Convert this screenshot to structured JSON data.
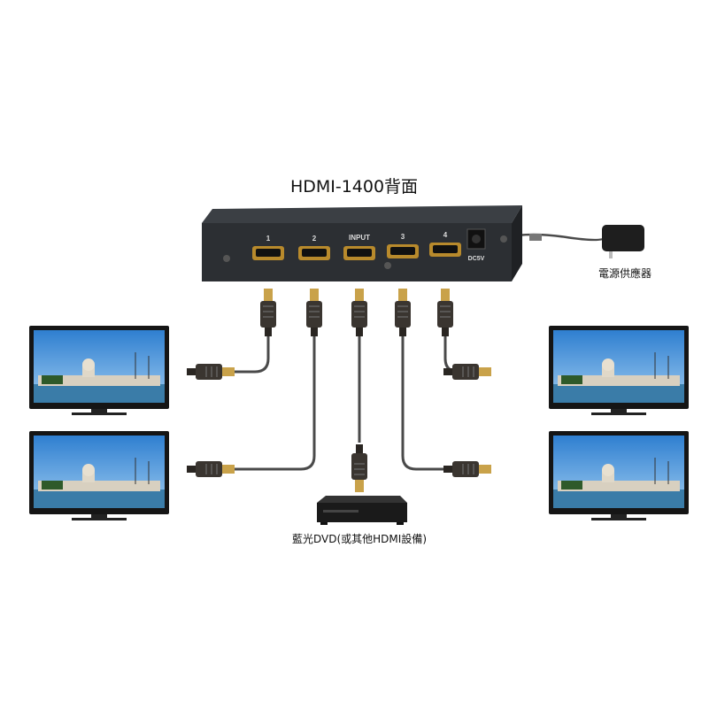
{
  "title": "HDMI-1400背面",
  "device": {
    "ports": [
      "1",
      "2",
      "INPUT",
      "3",
      "4"
    ],
    "power_port": "DC5V"
  },
  "power_supply_label": "電源供應器",
  "source_label": "藍光DVD(或其他HDMI設備)",
  "displays": [
    "tv-1",
    "tv-2",
    "tv-3",
    "tv-4"
  ]
}
